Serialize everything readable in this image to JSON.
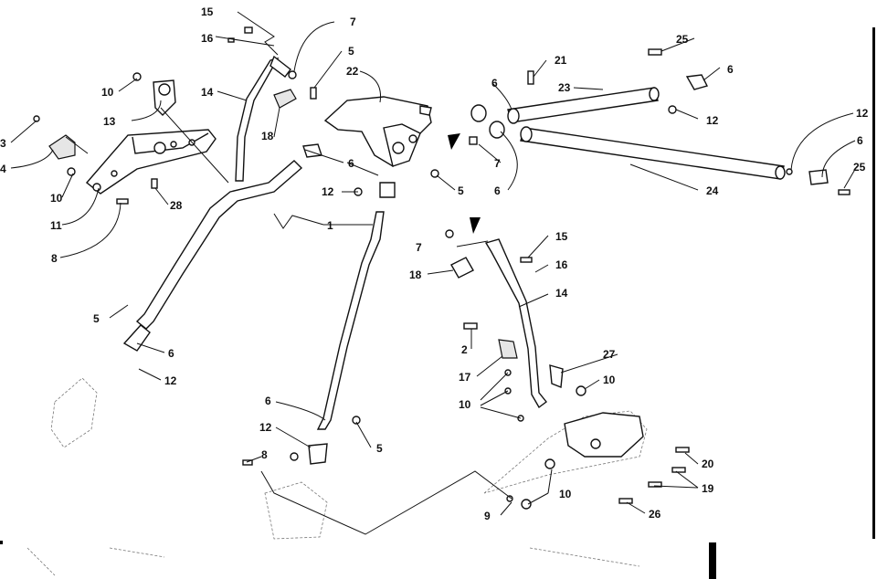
{
  "callouts": {
    "c15a": "15",
    "c16a": "16",
    "c7a": "7",
    "c5a": "5",
    "c14a": "14",
    "c22": "22",
    "c10a": "10",
    "c13": "13",
    "c18a": "18",
    "c6a": "6",
    "c21": "21",
    "c23": "23",
    "c25a": "25",
    "c6b": "6",
    "c12a": "12",
    "c3": "3",
    "c4": "4",
    "c10b": "10",
    "c11": "11",
    "c8a": "8",
    "c28": "28",
    "c6c": "6",
    "c12b": "12",
    "c5b": "5",
    "c7b": "7",
    "c6d": "6",
    "c24": "24",
    "c12c": "12",
    "c6e": "6",
    "c25b": "25",
    "c1": "1",
    "c7c": "7",
    "c15b": "15",
    "c16b": "16",
    "c18b": "18",
    "c14b": "14",
    "c5c": "5",
    "c6f": "6",
    "c12d": "12",
    "c2": "2",
    "c17": "17",
    "c27": "27",
    "c10c": "10",
    "c10d": "10",
    "c6g": "6",
    "c12e": "12",
    "c5d": "5",
    "c8b": "8",
    "c20": "20",
    "c19": "19",
    "c10e": "10",
    "c9": "9",
    "c26": "26"
  }
}
